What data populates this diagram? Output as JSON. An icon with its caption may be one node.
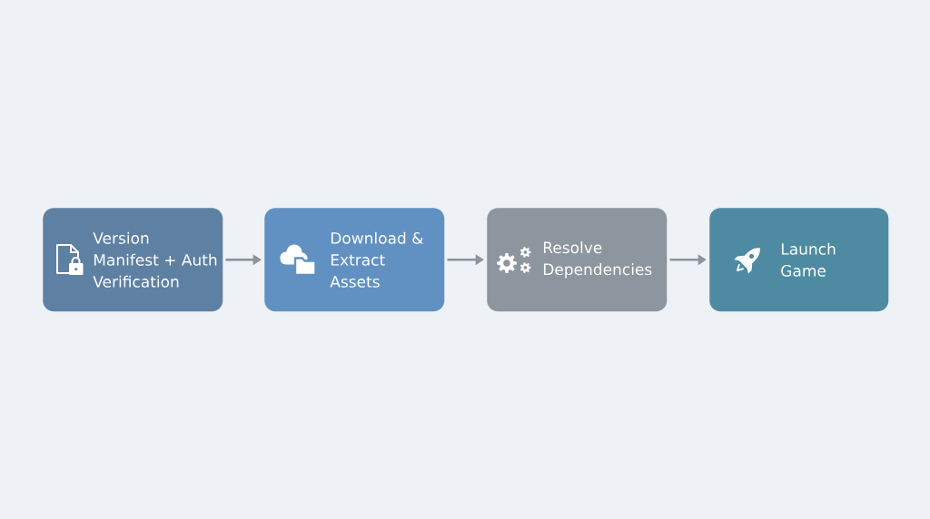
{
  "diagram": {
    "nodes": [
      {
        "text": [
          "Version Manifest + Auth Verification"
        ]
      },
      {
        "text": [
          "Download & Extract Assets"
        ]
      },
      {
        "text": [
          "Resolve Dependencies"
        ]
      },
      {
        "text": [
          "Launch Game"
        ]
      }
    ],
    "edges": [
      {
        "from": 0,
        "to": 1,
        "arrow": "to"
      },
      {
        "from": 1,
        "to": 2,
        "arrow": "to"
      },
      {
        "from": 2,
        "to": 3,
        "arrow": "to"
      }
    ]
  }
}
